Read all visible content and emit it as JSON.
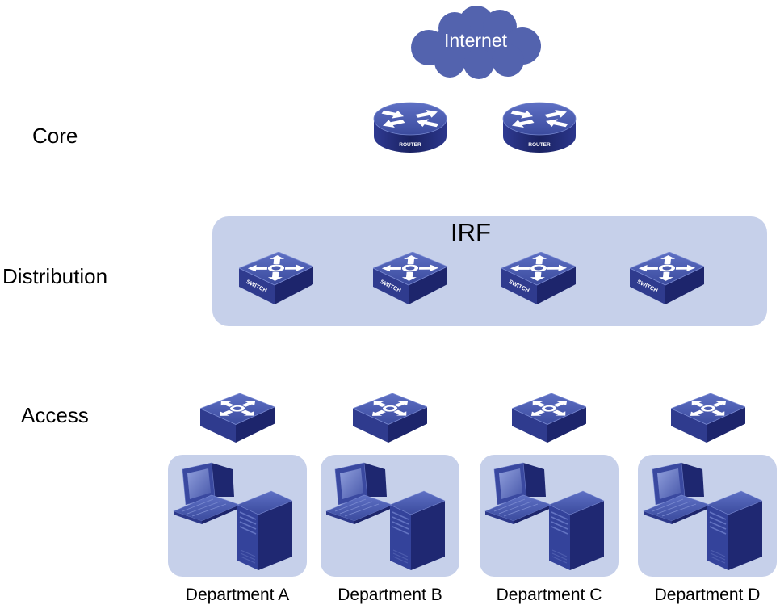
{
  "diagram": {
    "cloud": {
      "label": "Internet",
      "icon": "cloud-icon"
    },
    "layers": {
      "core": "Core",
      "distribution": "Distribution",
      "access": "Access"
    },
    "core": {
      "routers": [
        {
          "label": "ROUTER",
          "icon": "router-icon"
        },
        {
          "label": "ROUTER",
          "icon": "router-icon"
        }
      ]
    },
    "distribution": {
      "group_label": "IRF",
      "switches": [
        {
          "label": "SWITCH",
          "icon": "switch-icon"
        },
        {
          "label": "SWITCH",
          "icon": "switch-icon"
        },
        {
          "label": "SWITCH",
          "icon": "switch-icon"
        },
        {
          "label": "SWITCH",
          "icon": "switch-icon"
        }
      ]
    },
    "access": {
      "switches": [
        {
          "icon": "switch-icon"
        },
        {
          "icon": "switch-icon"
        },
        {
          "icon": "switch-icon"
        },
        {
          "icon": "switch-icon"
        }
      ],
      "departments": [
        {
          "label": "Department A",
          "devices": [
            "computer-icon",
            "server-tower-icon"
          ]
        },
        {
          "label": "Department B",
          "devices": [
            "computer-icon",
            "server-tower-icon"
          ]
        },
        {
          "label": "Department C",
          "devices": [
            "computer-icon",
            "server-tower-icon"
          ]
        },
        {
          "label": "Department D",
          "devices": [
            "computer-icon",
            "server-tower-icon"
          ]
        }
      ]
    }
  },
  "colors": {
    "cloud": "#5363ae",
    "device_top": "#4d5fb3",
    "device_dark": "#1f2872",
    "panel_fill": "#c6d0ea",
    "label_text": "#000000"
  }
}
